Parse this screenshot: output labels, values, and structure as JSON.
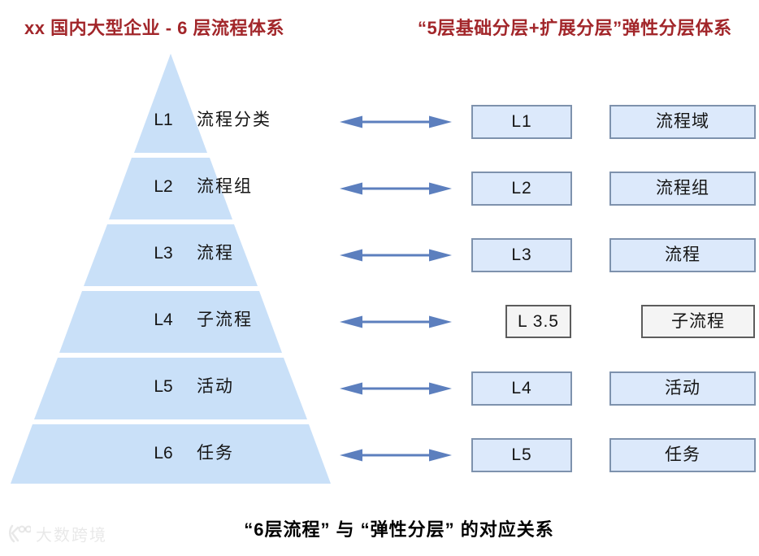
{
  "titles": {
    "left": "xx 国内大型企业 - 6 层流程体系",
    "right": "“5层基础分层+扩展分层”弹性分层体系"
  },
  "pyramid": {
    "levels": [
      {
        "code": "L1",
        "label": "流程分类"
      },
      {
        "code": "L2",
        "label": "流程组"
      },
      {
        "code": "L3",
        "label": "流程"
      },
      {
        "code": "L4",
        "label": "子流程"
      },
      {
        "code": "L5",
        "label": "活动"
      },
      {
        "code": "L6",
        "label": "任务"
      }
    ]
  },
  "mapping": {
    "rows": [
      {
        "level": "L1",
        "name": "流程域",
        "extended": false
      },
      {
        "level": "L2",
        "name": "流程组",
        "extended": false
      },
      {
        "level": "L3",
        "name": "流程",
        "extended": false
      },
      {
        "level": "L 3.5",
        "name": "子流程",
        "extended": true
      },
      {
        "level": "L4",
        "name": "活动",
        "extended": false
      },
      {
        "level": "L5",
        "name": "任务",
        "extended": false
      }
    ]
  },
  "caption": "“6层流程” 与 “弹性分层” 的对应关系",
  "watermark": "大数跨境",
  "colors": {
    "title_red": "#A2262A",
    "pyramid_fill": "#C9E0F8",
    "box_fill": "#DCE9FB",
    "box_border": "#7E92AD",
    "ext_fill": "#F4F4F4",
    "ext_border": "#5C5C5C",
    "arrow_blue": "#5C7FBE"
  }
}
